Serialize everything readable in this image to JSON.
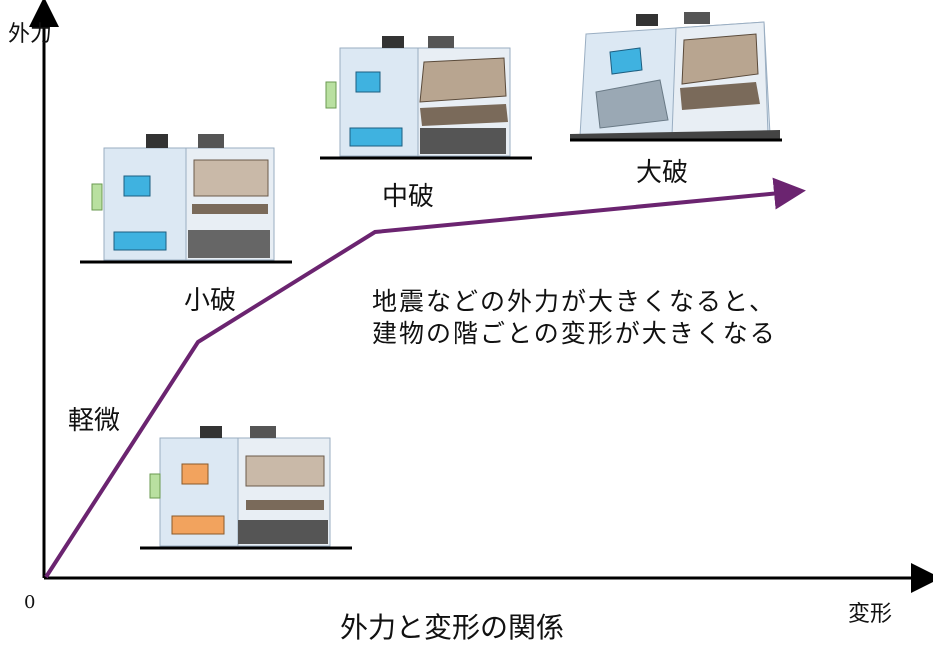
{
  "diagram": {
    "y_axis_label": "外力",
    "x_axis_label": "変形",
    "origin_label": "0",
    "caption": "外力と変形の関係",
    "stages": [
      {
        "label": "軽微"
      },
      {
        "label": "小破"
      },
      {
        "label": "中破"
      },
      {
        "label": "大破"
      }
    ],
    "note_lines": [
      "地震などの外力が大きくなると、",
      "建物の階ごとの変形が大きくなる"
    ],
    "curve_color": "#6b2470",
    "axis_color": "#000000"
  }
}
